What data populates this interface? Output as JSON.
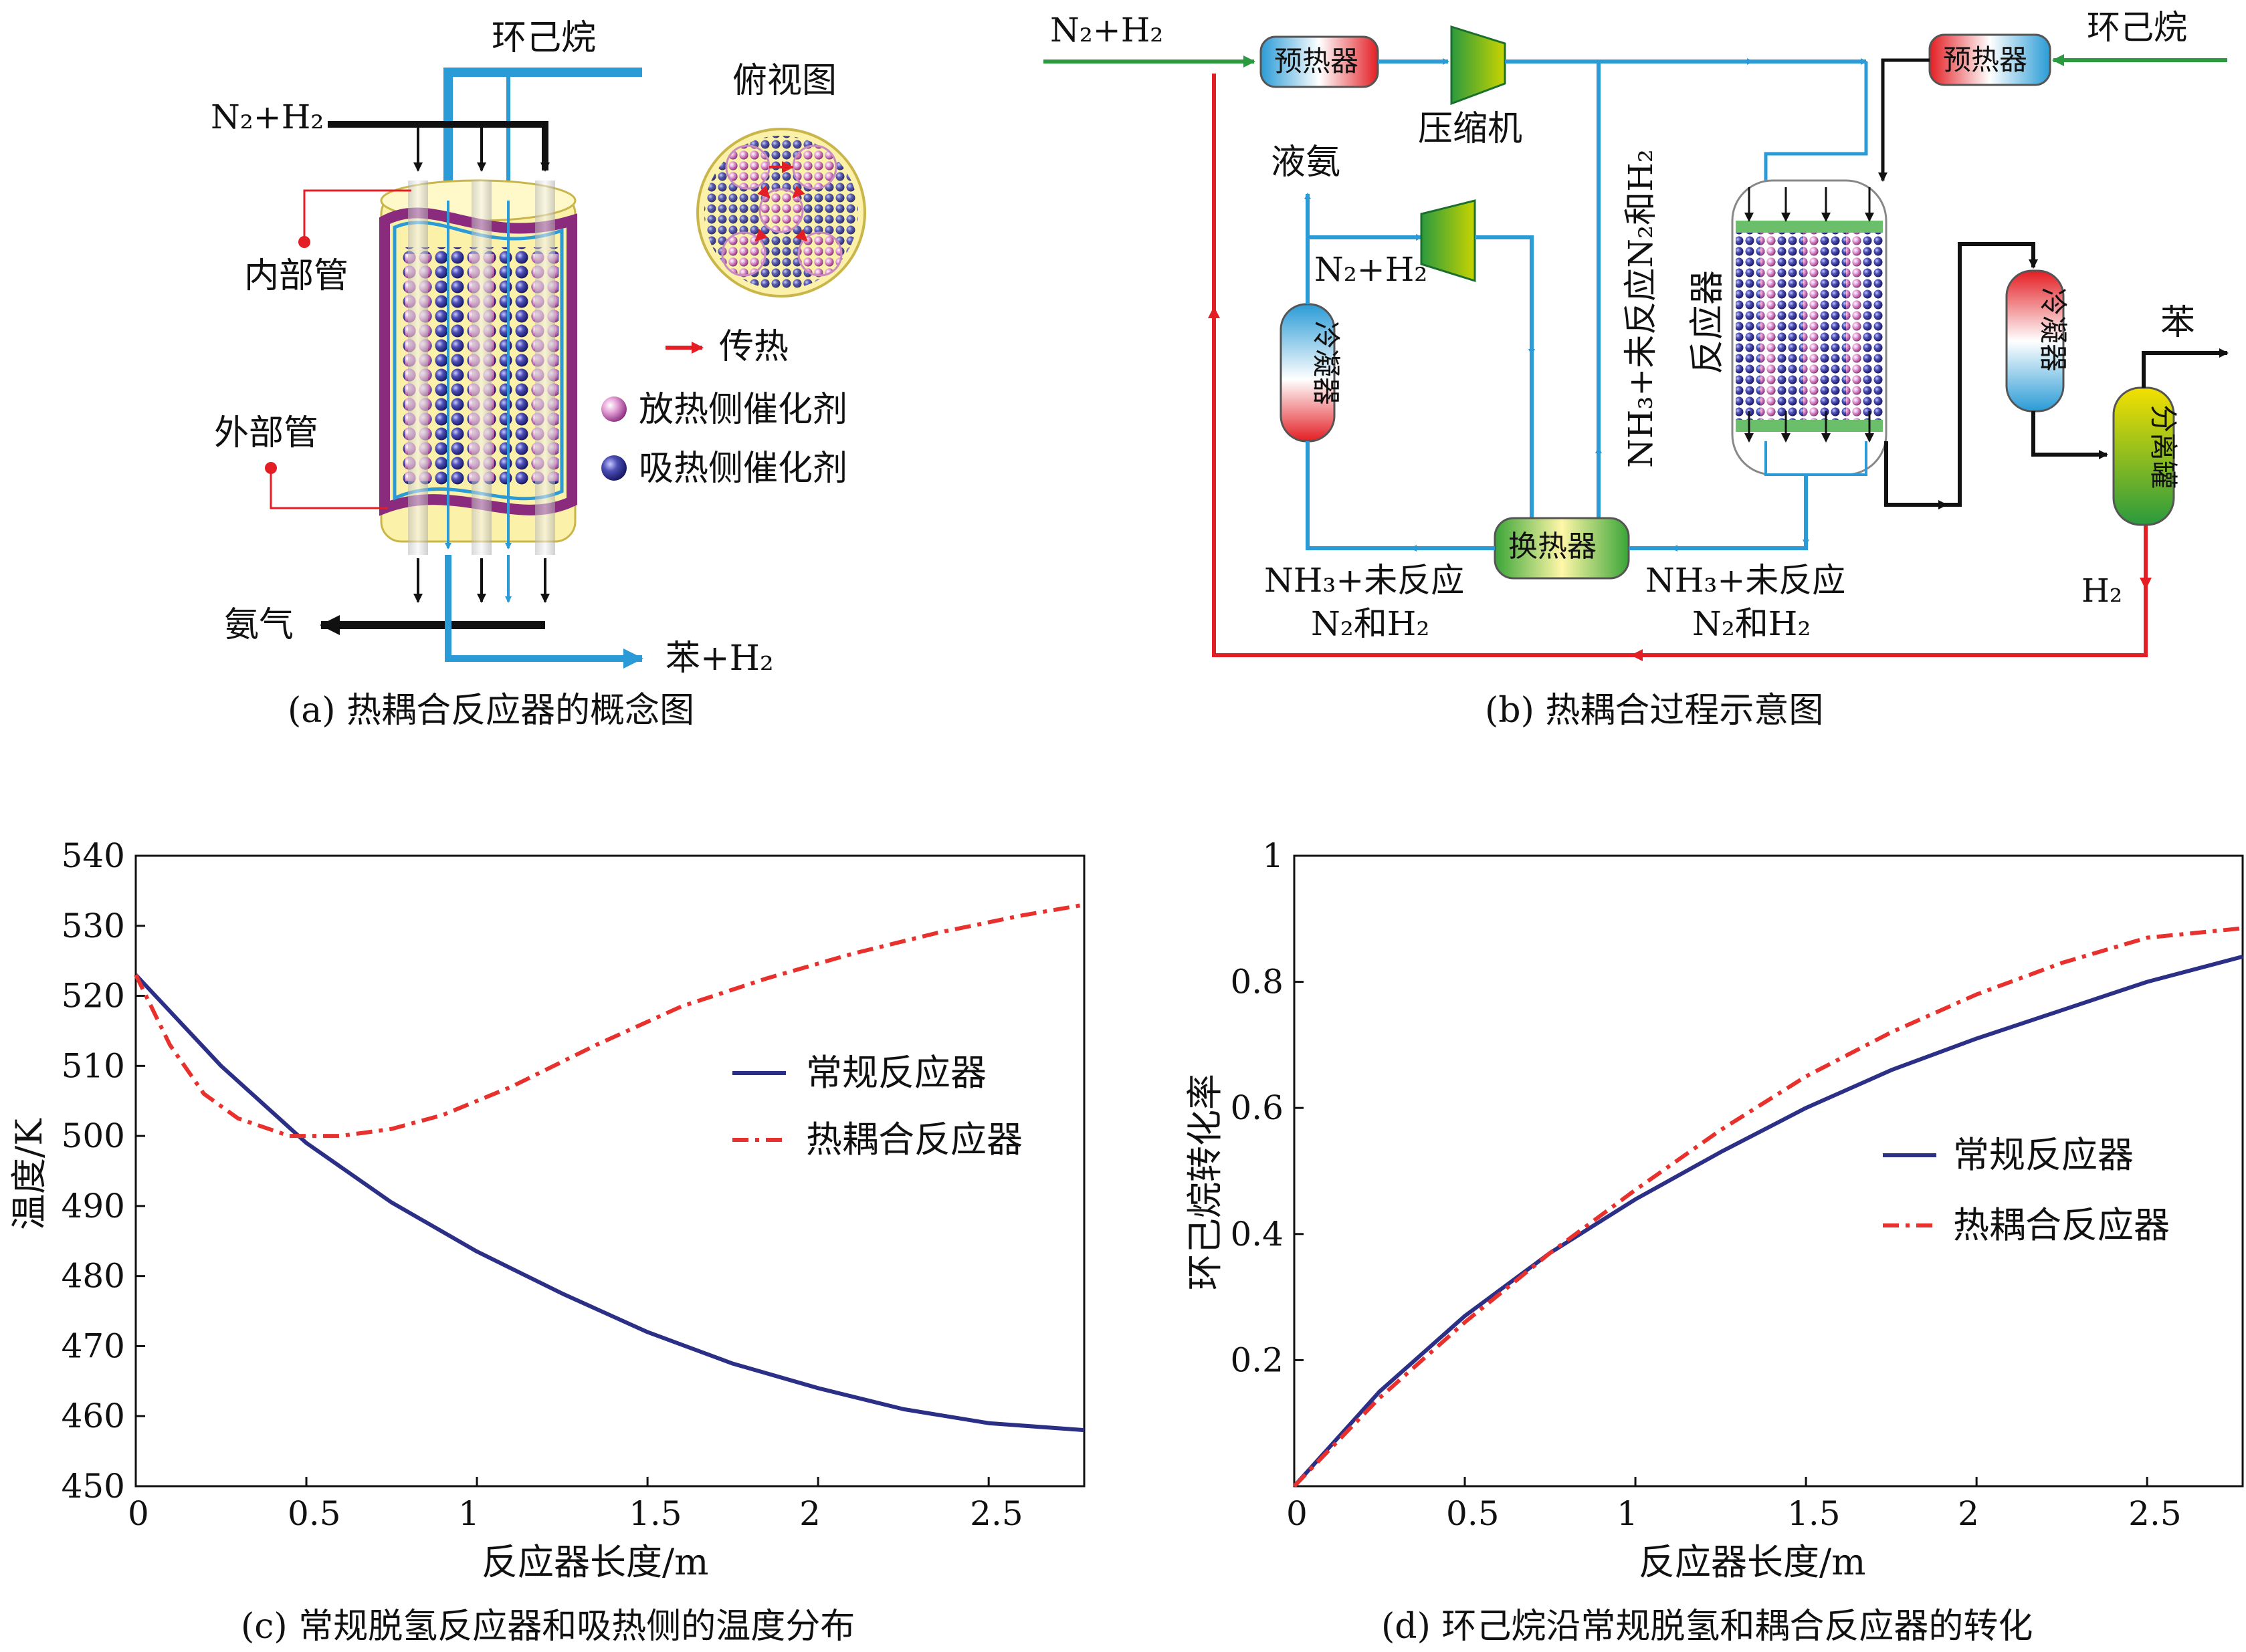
{
  "panel_a": {
    "caption": "(a) 热耦合反应器的概念图",
    "cyclohexane": "环己烷",
    "n2h2_in": "N₂+H₂",
    "top_view": "俯视图",
    "inner_tube": "内部管",
    "outer_tube": "外部管",
    "heat_transfer": "传热",
    "exo_catalyst": "放热侧催化剂",
    "endo_catalyst": "吸热侧催化剂",
    "ammonia": "氨气",
    "benzene_h2": "苯+H₂"
  },
  "panel_b": {
    "caption": "(b) 热耦合过程示意图",
    "n2h2_in": "N₂+H₂",
    "preheater_left": "预热器",
    "compressor": "压缩机",
    "liquid_ammonia": "液氨",
    "n2h2_recycle": "N₂+H₂",
    "condenser_left": "冷凝器",
    "nh3_unreacted_vertical": "NH₃+未反应N₂和H₂",
    "reactor": "反应器",
    "preheater_right": "预热器",
    "cyclohexane": "环己烷",
    "condenser_right": "冷凝器",
    "separator": "分离罐",
    "benzene": "苯",
    "h2": "H₂",
    "heat_exchanger": "换热器",
    "nh3_left_1": "NH₃+未反应",
    "nh3_left_2": "N₂和H₂",
    "nh3_right_1": "NH₃+未反应",
    "nh3_right_2": "N₂和H₂"
  },
  "panel_c": {
    "caption": "(c) 常规脱氢反应器和吸热侧的温度分布",
    "xlabel": "反应器长度/m",
    "ylabel": "温度/K",
    "legend": [
      "常规反应器",
      "热耦合反应器"
    ],
    "xticks": [
      "0",
      "0.5",
      "1",
      "1.5",
      "2",
      "2.5"
    ],
    "yticks": [
      "450",
      "460",
      "470",
      "480",
      "490",
      "500",
      "510",
      "520",
      "530",
      "540"
    ]
  },
  "panel_d": {
    "caption": "(d) 环己烷沿常规脱氢和耦合反应器的转化",
    "xlabel": "反应器长度/m",
    "ylabel": "环己烷转化率",
    "legend": [
      "常规反应器",
      "热耦合反应器"
    ],
    "xticks": [
      "0",
      "0.5",
      "1",
      "1.5",
      "2",
      "2.5"
    ],
    "yticks": [
      "0.2",
      "0.4",
      "0.6",
      "0.8",
      "1"
    ]
  },
  "chart_data": [
    {
      "type": "line",
      "xlim": [
        0,
        2.78
      ],
      "ylim": [
        450,
        540
      ],
      "grid": false,
      "legend_position": "right",
      "series": [
        {
          "name": "常规反应器",
          "color": "#2b2f86",
          "style": "solid",
          "x": [
            0,
            0.25,
            0.5,
            0.75,
            1.0,
            1.25,
            1.5,
            1.75,
            2.0,
            2.25,
            2.5,
            2.78
          ],
          "y": [
            523,
            510,
            499,
            490.5,
            483.5,
            477.5,
            472,
            467.5,
            464,
            461,
            459,
            458
          ]
        },
        {
          "name": "热耦合反应器",
          "color": "#e8312d",
          "style": "dashdot",
          "x": [
            0,
            0.1,
            0.2,
            0.3,
            0.45,
            0.6,
            0.75,
            0.9,
            1.1,
            1.35,
            1.6,
            1.85,
            2.1,
            2.35,
            2.6,
            2.78
          ],
          "y": [
            523,
            513,
            506,
            502.5,
            500,
            500,
            501,
            503,
            507,
            513,
            518.5,
            522.5,
            526,
            529,
            531.5,
            533
          ]
        }
      ]
    },
    {
      "type": "line",
      "xlim": [
        0,
        2.78
      ],
      "ylim": [
        0,
        1
      ],
      "grid": false,
      "legend_position": "right",
      "series": [
        {
          "name": "常规反应器",
          "color": "#2b2f86",
          "style": "solid",
          "x": [
            0,
            0.25,
            0.5,
            0.75,
            1.0,
            1.25,
            1.5,
            1.75,
            2.0,
            2.25,
            2.5,
            2.78
          ],
          "y": [
            0,
            0.15,
            0.27,
            0.37,
            0.455,
            0.53,
            0.6,
            0.66,
            0.71,
            0.755,
            0.8,
            0.84
          ]
        },
        {
          "name": "热耦合反应器",
          "color": "#e8312d",
          "style": "dashdot",
          "x": [
            0,
            0.25,
            0.5,
            0.75,
            1.0,
            1.25,
            1.5,
            1.75,
            2.0,
            2.25,
            2.5,
            2.78
          ],
          "y": [
            0,
            0.14,
            0.26,
            0.37,
            0.47,
            0.565,
            0.65,
            0.72,
            0.78,
            0.83,
            0.87,
            0.885
          ]
        }
      ]
    }
  ]
}
